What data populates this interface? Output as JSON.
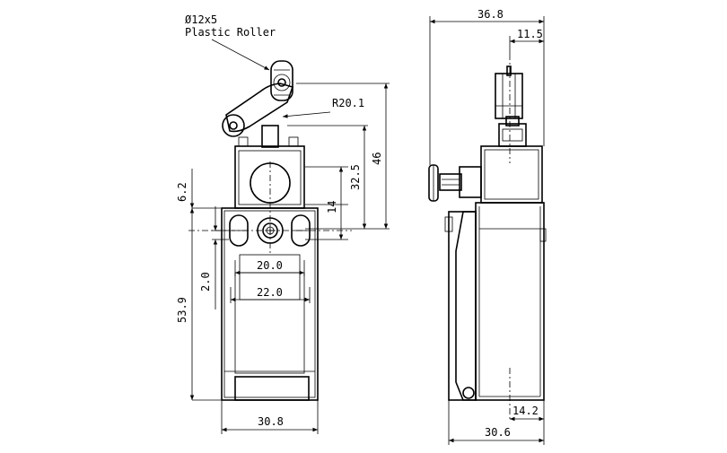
{
  "roller": {
    "size_label": "Ø12x5",
    "name_label": "Plastic Roller",
    "radius_label": "R20.1"
  },
  "front_view": {
    "dims": {
      "d_6_2": "6.2",
      "d_2_0": "2.0",
      "d_53_9": "53.9",
      "d_14": "14",
      "d_32_5": "32.5",
      "d_46": "46",
      "d_20_0": "20.0",
      "d_22_0": "22.0",
      "d_30_8": "30.8"
    }
  },
  "side_view": {
    "dims": {
      "d_36_8": "36.8",
      "d_11_5": "11.5",
      "d_14_2": "14.2",
      "d_30_6": "30.6"
    }
  }
}
